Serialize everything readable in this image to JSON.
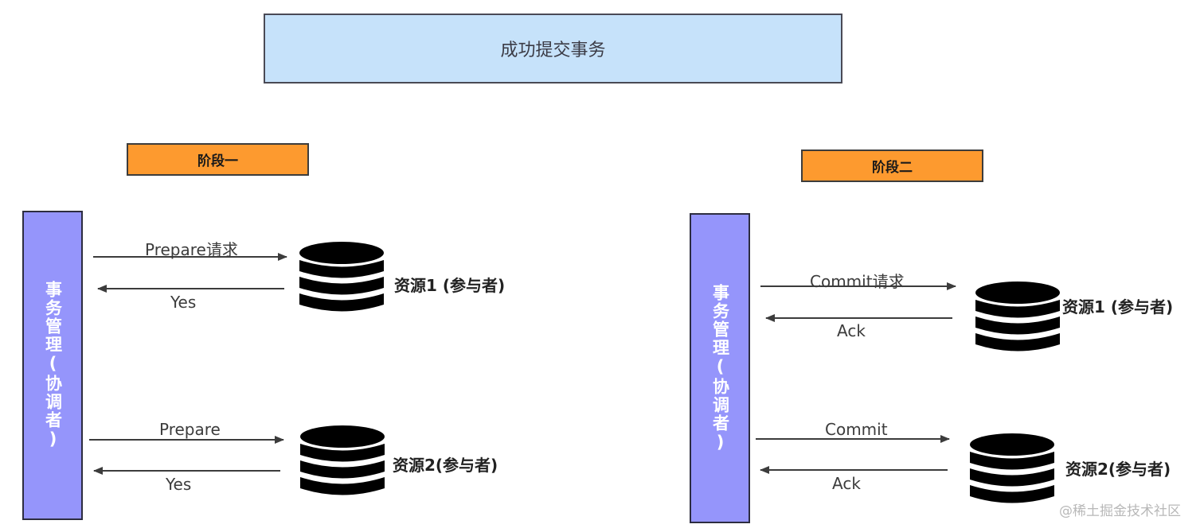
{
  "title": "成功提交事务",
  "colors": {
    "title_bg": "#c6e2fa",
    "phase_bg": "#fd9a2f",
    "coordinator_bg": "#9595fb",
    "database": "#000000",
    "arrow": "#3c3c3c"
  },
  "phases": [
    {
      "label": "阶段一",
      "coordinator": "事务管理(协调者)",
      "exchanges": [
        {
          "request": "Prepare请求",
          "response": "Yes",
          "resource": "资源1 (参与者)",
          "icon": "database-icon"
        },
        {
          "request": "Prepare",
          "response": "Yes",
          "resource": "资源2(参与者)",
          "icon": "database-icon"
        }
      ]
    },
    {
      "label": "阶段二",
      "coordinator": "事务管理(协调者)",
      "exchanges": [
        {
          "request": "Commit请求",
          "response": "Ack",
          "resource": "资源1 (参与者)",
          "icon": "database-icon"
        },
        {
          "request": "Commit",
          "response": "Ack",
          "resource": "资源2(参与者)",
          "icon": "database-icon"
        }
      ]
    }
  ],
  "watermark": "@稀土掘金技术社区"
}
